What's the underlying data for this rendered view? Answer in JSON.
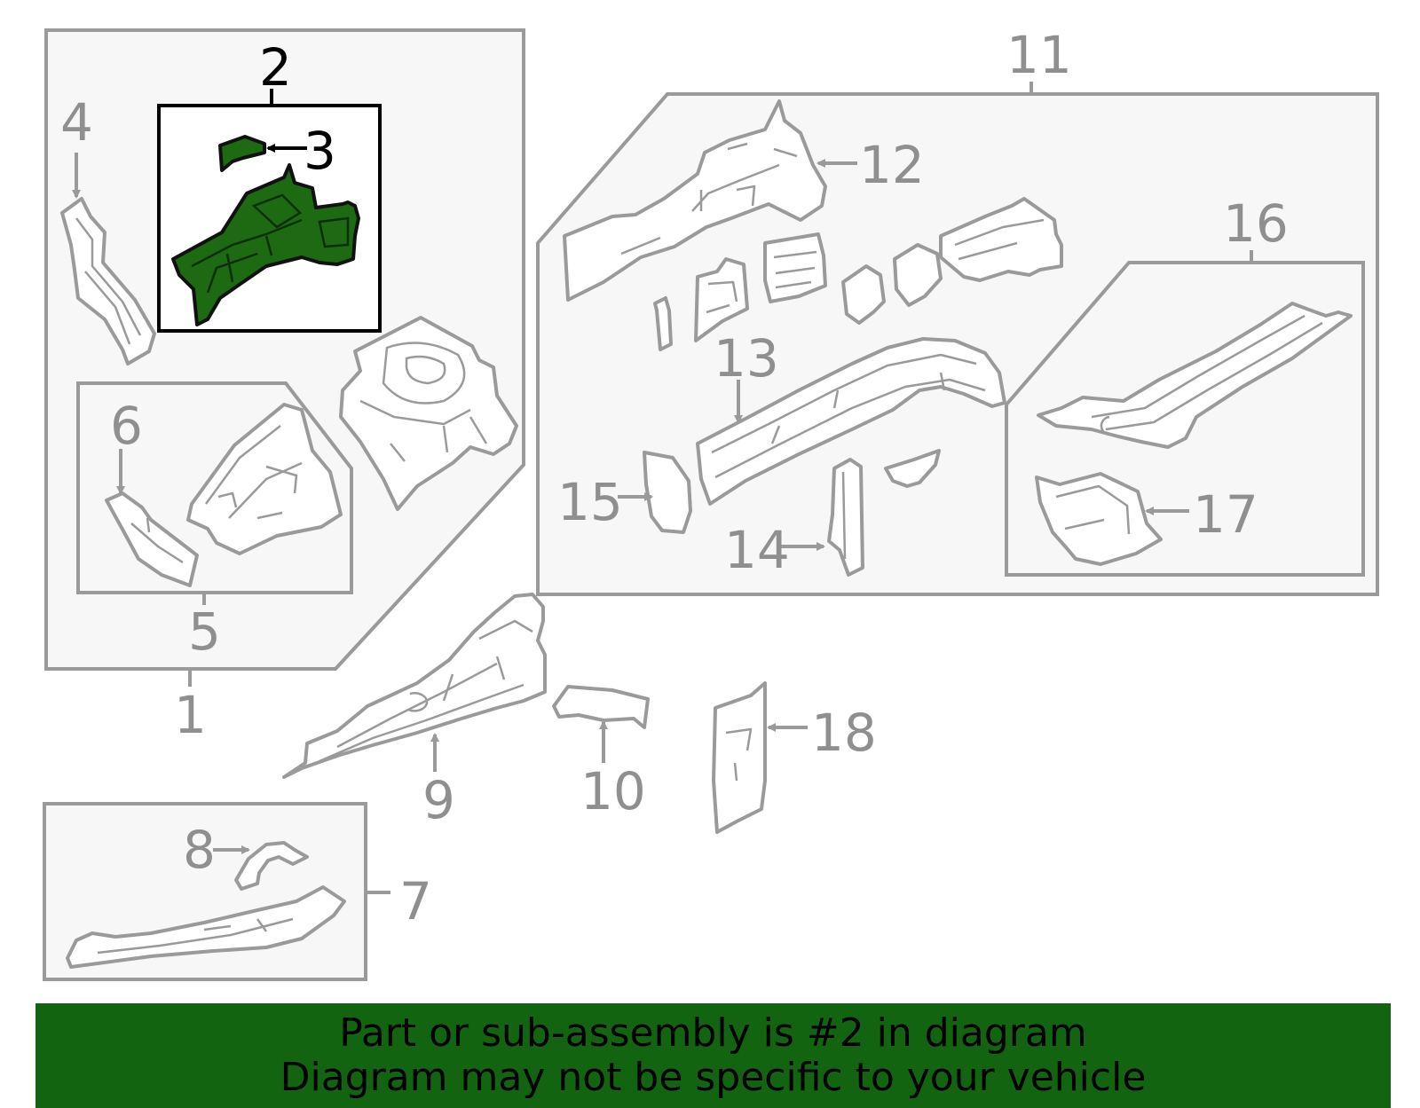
{
  "callouts": {
    "c1": "1",
    "c2": "2",
    "c3": "3",
    "c4": "4",
    "c5": "5",
    "c6": "6",
    "c7": "7",
    "c8": "8",
    "c9": "9",
    "c10": "10",
    "c11": "11",
    "c12": "12",
    "c13": "13",
    "c14": "14",
    "c15": "15",
    "c16": "16",
    "c17": "17",
    "c18": "18"
  },
  "highlighted_part": "2",
  "colors": {
    "highlight": "#1d6a12",
    "banner": "#136411",
    "outline": "#9a9a9a"
  },
  "banner": {
    "line1": "Part or sub-assembly is #2 in diagram",
    "line2": "Diagram may not be specific to your vehicle"
  }
}
